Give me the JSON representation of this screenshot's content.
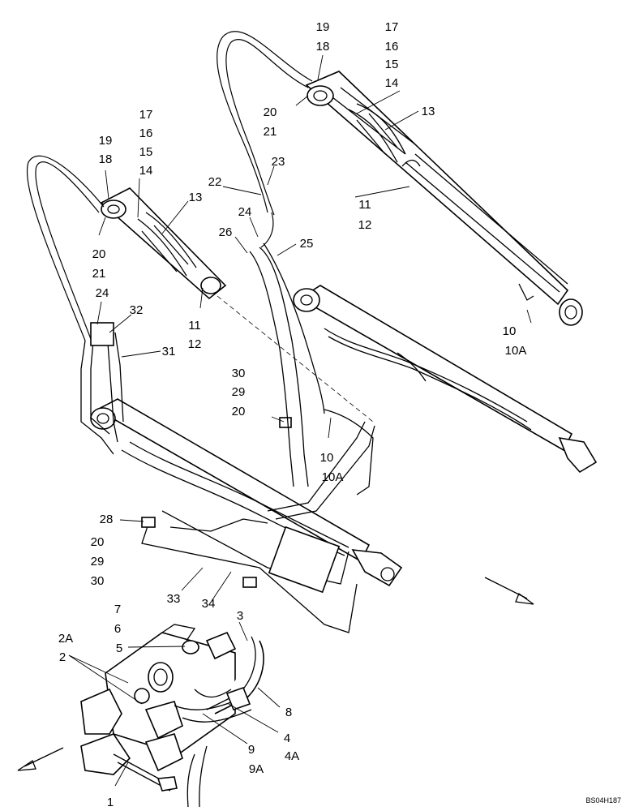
{
  "diagram": {
    "figure_code": "BS04H187",
    "labels": {
      "l17a": "17",
      "l16a": "16",
      "l15a": "15",
      "l14a": "14",
      "l19a": "19",
      "l18a": "18",
      "l13a": "13",
      "l20a": "20",
      "l21a": "21",
      "l17b": "17",
      "l16b": "16",
      "l15b": "15",
      "l14b": "14",
      "l19b": "19",
      "l18b": "18",
      "l13b": "13",
      "l20b": "20",
      "l21b": "21",
      "l22": "22",
      "l23": "23",
      "l24a": "24",
      "l26": "26",
      "l25": "25",
      "l11a": "11",
      "l12a": "12",
      "l11b": "11",
      "l12b": "12",
      "l24b": "24",
      "l32": "32",
      "l31": "31",
      "l10a": "10",
      "l10Aa": "10A",
      "l30a": "30",
      "l29a": "29",
      "l20c": "20",
      "l10b": "10",
      "l10Ab": "10A",
      "l28": "28",
      "l20d": "20",
      "l29b": "29",
      "l30b": "30",
      "l33": "33",
      "l34": "34",
      "l7": "7",
      "l6": "6",
      "l2A": "2A",
      "l2": "2",
      "l5": "5",
      "l3": "3",
      "l8": "8",
      "l4": "4",
      "l4A": "4A",
      "l9": "9",
      "l9A": "9A",
      "l1": "1"
    }
  }
}
